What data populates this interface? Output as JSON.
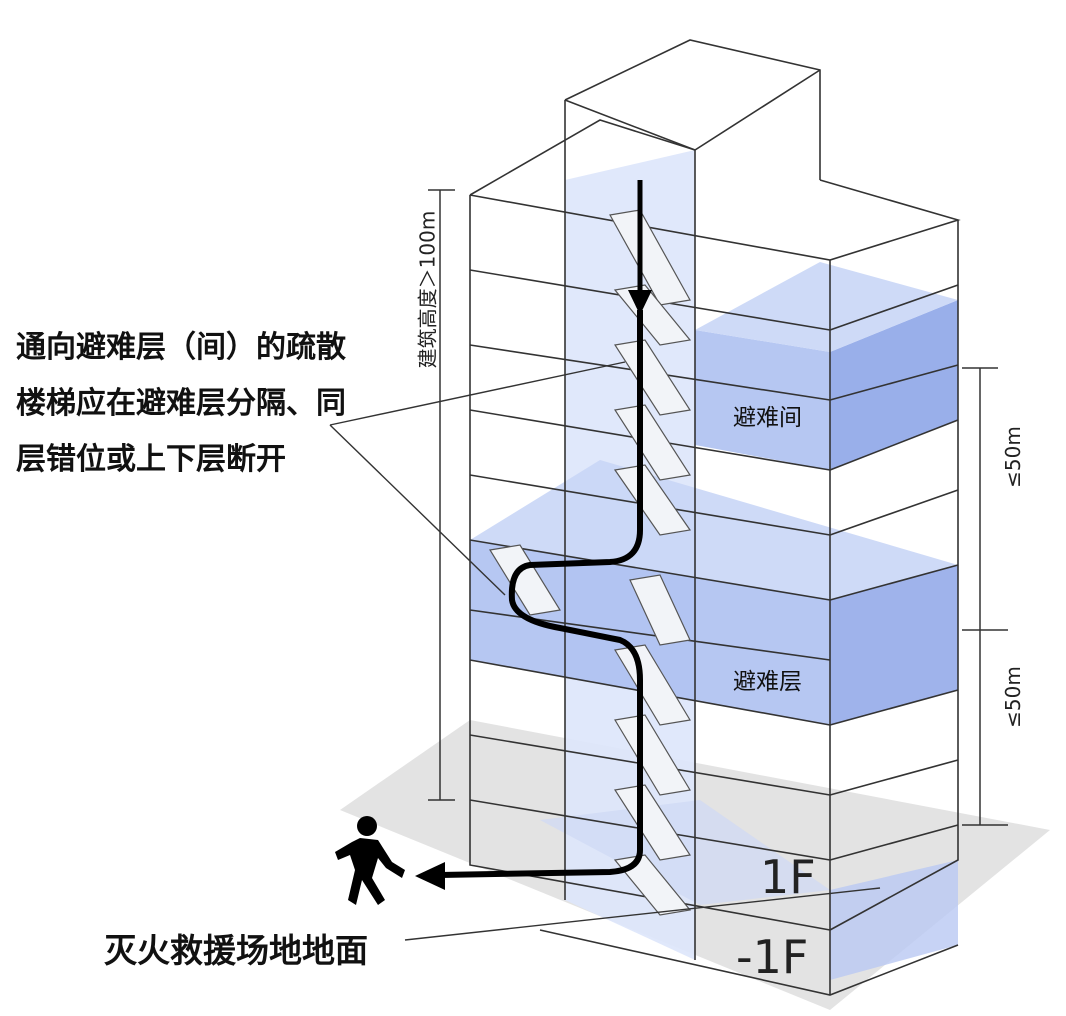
{
  "annotations": {
    "stair_note_lines": [
      "通向避难层（间）的疏散",
      "楼梯应在避难层分隔、同",
      "层错位或上下层断开"
    ],
    "ground_note": "灭火救援场地地面"
  },
  "zones": {
    "refuge_room": "避难间",
    "refuge_floor": "避难层"
  },
  "dimensions": {
    "building_height": "建筑高度＞100m",
    "interval_upper": "≤50m",
    "interval_lower": "≤50m"
  },
  "floors": {
    "ground": "1F",
    "basement": "-1F"
  },
  "colors": {
    "refuge_blue": "#a9bdf0",
    "refuge_blue_dark": "#8ea6e8",
    "stair_shaft": "#dde6fb",
    "outline": "#333333",
    "path": "#000000"
  },
  "icons": [
    "running-person-icon",
    "arrow-down-icon",
    "arrow-left-icon"
  ]
}
